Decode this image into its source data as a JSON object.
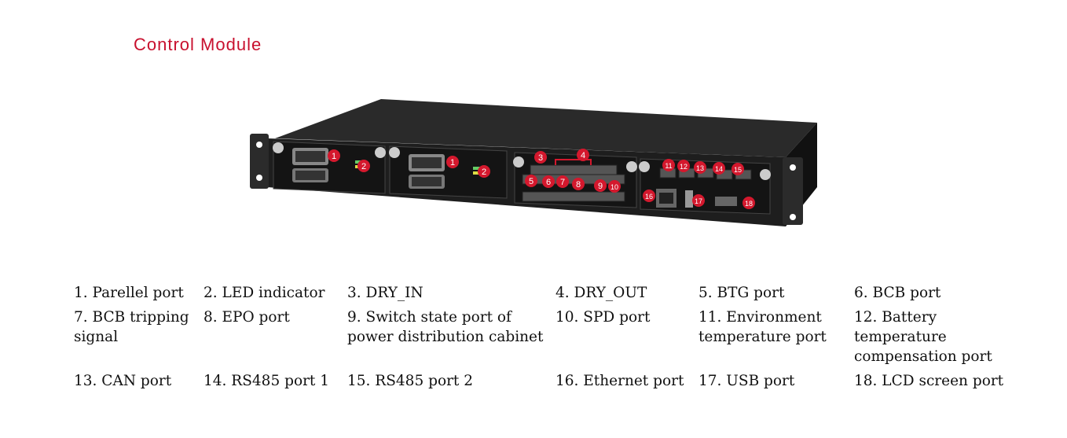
{
  "title": "Control Module",
  "colors": {
    "title": "#c8102e",
    "marker": "#d4182d",
    "chassis": "#1e1e1e"
  },
  "legend": [
    {
      "text": "1. Parellel port"
    },
    {
      "text": "2. LED indicator"
    },
    {
      "text": "3. DRY_IN"
    },
    {
      "text": "4. DRY_OUT"
    },
    {
      "text": "5. BTG port"
    },
    {
      "text": "6. BCB port"
    },
    {
      "text": "7. BCB tripping signal"
    },
    {
      "text": "8. EPO port"
    },
    {
      "text": "9. Switch state port of power distribution cabinet"
    },
    {
      "text": "10. SPD port"
    },
    {
      "text": "11. Environment temperature port"
    },
    {
      "text": "12. Battery temperature compensation port"
    },
    {
      "text": "13. CAN port"
    },
    {
      "text": "14. RS485 port 1"
    },
    {
      "text": "15. RS485 port 2"
    },
    {
      "text": "16. Ethernet port"
    },
    {
      "text": "17. USB port"
    },
    {
      "text": "18. LCD screen port"
    }
  ],
  "markers": [
    "1",
    "2",
    "1",
    "2",
    "3",
    "4",
    "5",
    "6",
    "7",
    "8",
    "9",
    "10",
    "11",
    "12",
    "13",
    "14",
    "15",
    "16",
    "17",
    "18"
  ]
}
